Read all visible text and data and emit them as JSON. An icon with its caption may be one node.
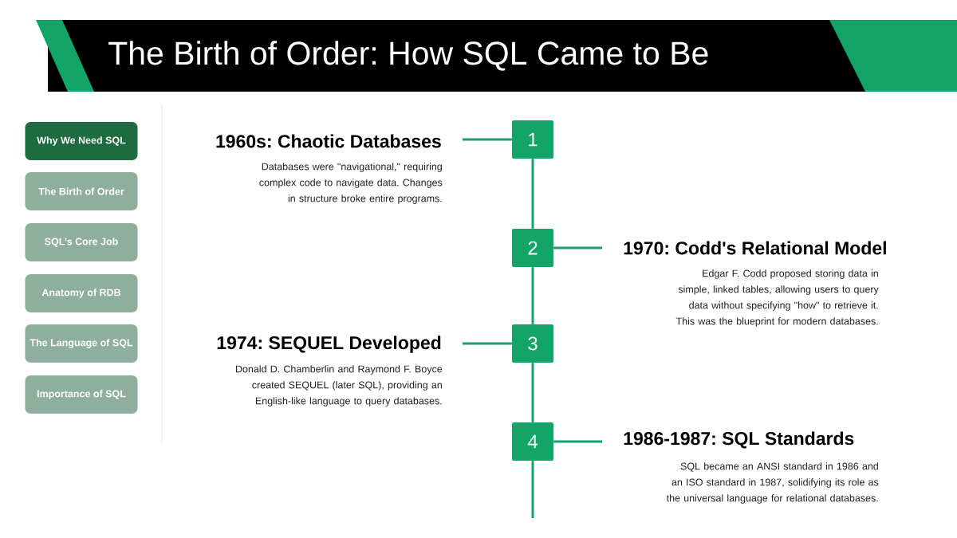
{
  "diagram": {
    "title": "The Birth of Order: How SQL Came to Be",
    "nodes": [
      {
        "text": [
          "Why We Need SQL"
        ]
      },
      {
        "text": [
          "The Birth of Order"
        ]
      },
      {
        "text": [
          "SQL’s Core Job"
        ]
      },
      {
        "text": [
          "Anatomy of RDB"
        ]
      },
      {
        "text": [
          "The Language of SQL"
        ]
      },
      {
        "text": [
          "Importance of SQL"
        ]
      },
      {
        "text": [
          "1"
        ]
      },
      {
        "text": [
          "2"
        ]
      },
      {
        "text": [
          "3"
        ]
      },
      {
        "text": [
          "4"
        ]
      },
      {
        "text": [
          "1960s: Chaotic Databases"
        ],
        "beside": [
          "Databases were \"navigational,\" requiring complex code to navigate data. Changes in structure broke entire programs."
        ]
      },
      {
        "text": [
          "1970: Codd's Relational Model"
        ],
        "beside": [
          "Edgar F. Codd proposed storing data in simple, linked tables, allowing users to query data without specifying \"how\" to retrieve it. This was the blueprint for modern databases."
        ]
      },
      {
        "text": [
          "1974: SEQUEL Developed"
        ],
        "beside": [
          "Donald D. Chamberlin and Raymond F. Boyce created SEQUEL (later SQL), providing an English-like language to query databases."
        ]
      },
      {
        "text": [
          "1986-1987: SQL Standards"
        ],
        "beside": [
          "SQL became an ANSI standard in 1986 and an ISO standard in 1987, solidifying its role as the universal language for relational databases."
        ]
      }
    ],
    "edges": [
      {
        "from": 6,
        "to": 7,
        "arrow": "none"
      },
      {
        "from": 7,
        "to": 8,
        "arrow": "none"
      },
      {
        "from": 8,
        "to": 9,
        "arrow": "none"
      },
      {
        "from": 9,
        "to": null,
        "arrow": "none"
      },
      {
        "from": 6,
        "to": 10,
        "arrow": "none"
      },
      {
        "from": 7,
        "to": 11,
        "arrow": "none"
      },
      {
        "from": 8,
        "to": 12,
        "arrow": "none"
      },
      {
        "from": 9,
        "to": 13,
        "arrow": "none"
      }
    ]
  }
}
